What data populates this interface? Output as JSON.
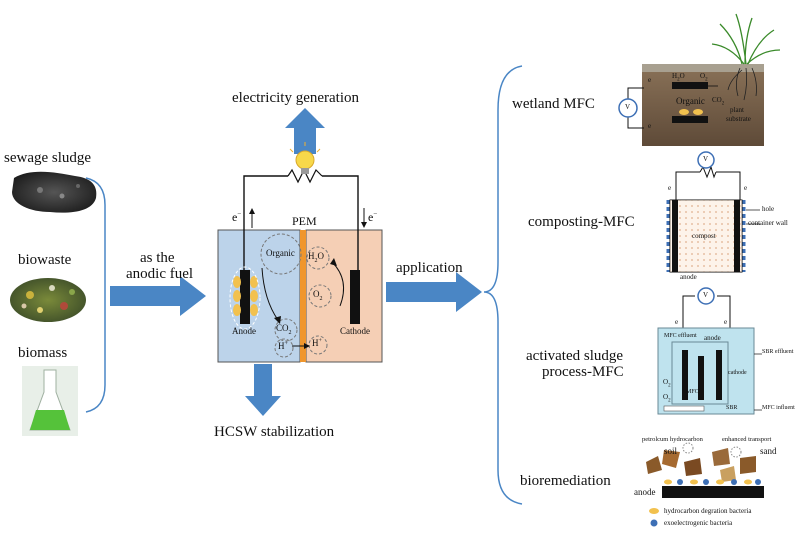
{
  "inputs": {
    "sewage_sludge": "sewage sludge",
    "biowaste": "biowaste",
    "biomass": "biomass",
    "anodic_fuel_line1": "as the",
    "anodic_fuel_line2": "anodic fuel"
  },
  "center": {
    "electricity": "electricity generation",
    "stabilization": "HCSW stabilization",
    "pem": "PEM",
    "electron": "e",
    "electron_sup": "−",
    "organic": "Organic",
    "anode": "Anode",
    "cathode": "Cathode",
    "co2": "CO",
    "co2_sub": "2",
    "h2o_h": "H",
    "h2o_sub": "2",
    "h2o_o": "O",
    "o2": "O",
    "o2_sub": "2",
    "hplus": "H",
    "hplus_sup": "+"
  },
  "application": "application",
  "apps": {
    "wetland": {
      "title": "wetland MFC",
      "v": "V",
      "e": "e",
      "h2o": "H",
      "h2o_sub": "2",
      "h2o_o": "O",
      "o2": "O",
      "o2_sub": "2",
      "organic": "Organic",
      "co2": "CO",
      "co2_sub": "2",
      "plant": "plant",
      "substrate": "substrate"
    },
    "composting": {
      "title": "composting-MFC",
      "v": "V",
      "e": "e",
      "hole": "hole",
      "container_wall": "container wall",
      "compost": "compost",
      "anode": "anode"
    },
    "sludge": {
      "title_line1": "activated sludge",
      "title_line2": "process-MFC",
      "v": "V",
      "e": "e",
      "mfc_effluent": "MFC effluent",
      "anode": "anode",
      "sbr_effluent": "SBR effluent",
      "cathode": "cathode",
      "o2": "O",
      "o2_sub": "2",
      "mfc": "MFC",
      "sbr": "SBR",
      "mfc_influent": "MFC influent"
    },
    "bioremediation": {
      "title": "bioremediation",
      "petroleum": "petrolcum hydrocarbon",
      "enhanced": "enhanced transport",
      "soil": "soil",
      "sand": "sand",
      "anode": "anode",
      "legend_hc": "hydrocarbon degration bacteria",
      "legend_exo": "exoelectrogenic bacteria"
    }
  },
  "colors": {
    "arrow_blue": "#4a86c5",
    "anode_chamber": "#bcd3ea",
    "cathode_chamber": "#f5cfb5",
    "pem_orange": "#f0962c",
    "bulb": "#f7d84a",
    "bacteria": "#f2c14e",
    "exo": "#3d6fb5"
  }
}
